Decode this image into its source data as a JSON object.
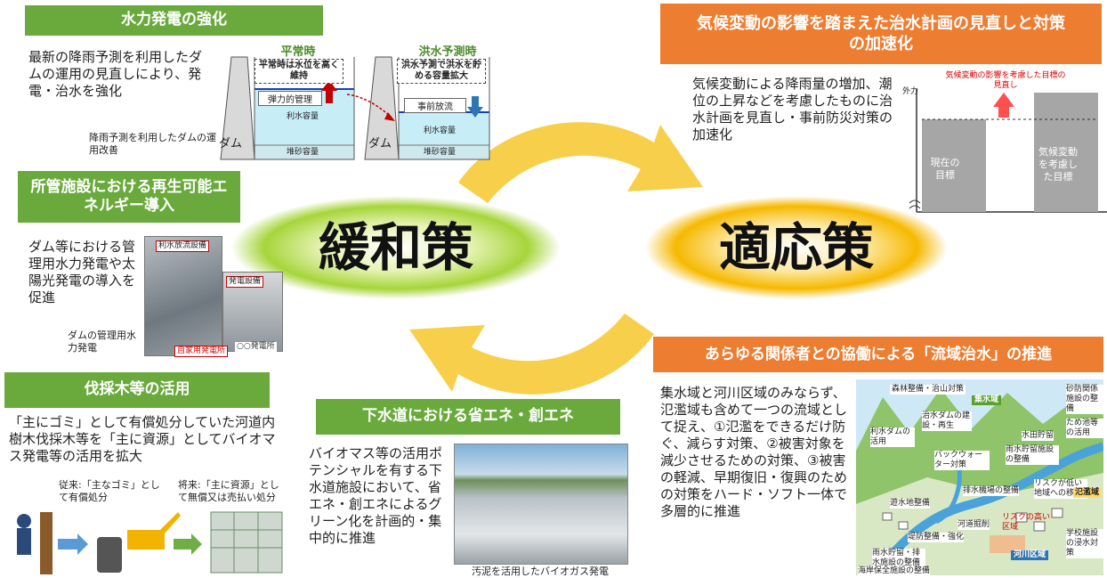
{
  "center": {
    "mitigation": "緩和策",
    "adaptation": "適応策"
  },
  "hydro": {
    "title": "水力発電の強化",
    "body": "最新の降雨予測を利用したダムの運用の見直しにより、発電・治水を強化",
    "caption": "降雨予測を利用したダムの運用改善",
    "normal_label": "平常時",
    "flood_label": "洪水予測時",
    "normal_note": "平常時は水位を高く維持",
    "flood_note": "洪水予測で洪水を貯める容量拡大",
    "flex_mgmt": "弾力的管理",
    "pre_release": "事前放流",
    "water_use": "利水容量",
    "sediment": "堆砂容量",
    "dam": "ダム"
  },
  "renewable": {
    "title": "所管施設における再生可能エネルギー導入",
    "body": "ダム等における管理用水力発電や太陽光発電の導入を促進",
    "caption": "ダムの管理用水力発電",
    "photo_label1": "利水放流設備",
    "photo_label2": "発電設備",
    "photo_label3": "自家用発電所",
    "photo_label4": "○○発電所"
  },
  "logging": {
    "title": "伐採木等の活用",
    "body": "「主にゴミ」として有償処分していた河道内樹木伐採木等を「主に資源」としてバイオマス発電等の活用を拡大",
    "before": "従来:「主なゴミ」として有償処分",
    "after": "将来:「主に資源」として無償又は売払い処分"
  },
  "sewage": {
    "title": "下水道における省エネ・創エネ",
    "body": "バイオマス等の活用ポテンシャルを有する下水道施設において、省エネ・創エネによるグリーン化を計画的・集中的に推進",
    "caption": "汚泥を活用したバイオガス発電"
  },
  "climate": {
    "title": "気候変動の影響を踏まえた治水計画の見直しと対策の加速化",
    "body": "気候変動による降雨量の増加、潮位の上昇などを考慮したものに治水計画を見直し・事前防災対策の加速化",
    "chart_note": "気候変動の影響を考慮した目標の見直し",
    "y_label": "外力",
    "current": "現在の目標",
    "future": "気候変動を考慮した目標"
  },
  "basin": {
    "title": "あらゆる関係者との協働による「流域治水」の推進",
    "body": "集水域と河川区域のみならず、氾濫域も含めて一つの流域として捉え、①氾濫をできるだけ防ぐ、減らす対策、②被害対象を減少させるための対策、③被害の軽減、早期復旧・復興のための対策をハード・ソフト一体で多層的に推進",
    "map_labels": {
      "catchment": "集水域",
      "river_zone": "河川区域",
      "flood_zone": "氾濫域",
      "forest": "森林整備・治山対策",
      "dam_use": "利水ダムの活用",
      "reservoir": "治水ダムの建設・再生",
      "backwater": "バックウォーター対策",
      "sabo": "砂防関係施設の整備",
      "paddy": "水田貯留",
      "tame": "ため池等の活用",
      "storage": "雨水貯留施設の整備",
      "pump": "排水機場の整備",
      "relocate": "リスクが低い地域への移転",
      "risk": "リスクの高い区域",
      "levee": "遊水地整備",
      "dredge": "河道掘削",
      "embank": "堤防整備・強化",
      "rain_tank": "雨水貯留・排水施設の整備",
      "school": "学校施設の浸水対策",
      "coast": "海岸保全施設の整備"
    }
  },
  "colors": {
    "green_header": "#6aaa3c",
    "orange_header": "#ed7d31",
    "green_glow": "#9fcf2a",
    "yellow_glow": "#f7c21b",
    "arrow": "#f8cf4a"
  }
}
